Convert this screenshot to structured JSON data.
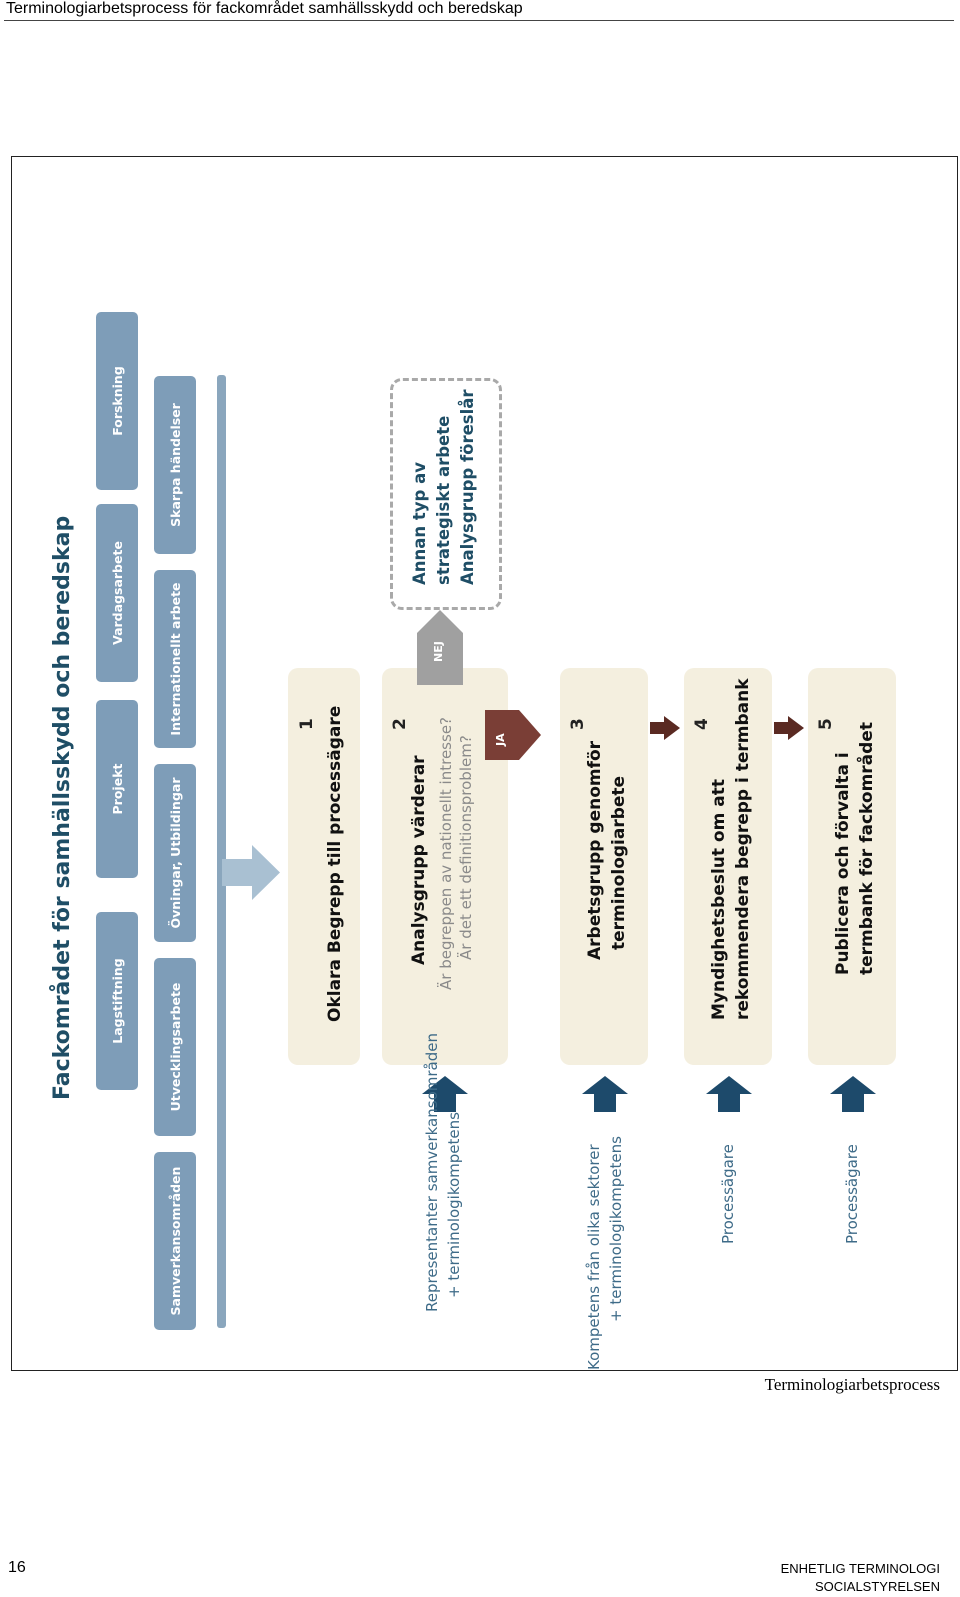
{
  "running_head": "Terminologiarbetsprocess för fackområdet samhällsskydd och beredskap",
  "figure": {
    "title": "Fackområdet för samhällsskydd och beredskap",
    "domains_row1": [
      "Lagstiftning",
      "Projekt",
      "Vardagsarbete",
      "Forskning"
    ],
    "domains_row2": [
      "Samverkansområden",
      "Utvecklingsarbete",
      "Övningar, Utbildingar",
      "Internationellt arbete",
      "Skarpa händelser"
    ],
    "steps": [
      {
        "number": "1",
        "lines": [
          "Oklara Begrepp till processägare"
        ],
        "sub": [],
        "role": []
      },
      {
        "number": "2",
        "lines": [
          "Analysgrupp värderar"
        ],
        "sub": [
          "Är begreppen av nationellt intresse?",
          "Är det ett definitionsproblem?"
        ],
        "role": [
          "Representanter samverkansområden",
          "+ terminologikompetens"
        ]
      },
      {
        "number": "3",
        "lines": [
          "Arbetsgrupp genomför",
          "terminologiarbete"
        ],
        "sub": [],
        "role": [
          "Kompetens från olika sektorer",
          "+ terminologikompetens"
        ]
      },
      {
        "number": "4",
        "lines": [
          "Myndighetsbeslut om att",
          "rekommendera begrepp i termbank"
        ],
        "sub": [],
        "role": [
          "Processägare"
        ]
      },
      {
        "number": "5",
        "lines": [
          "Publicera och förvalta i",
          "termbank för fackområdet"
        ],
        "sub": [],
        "role": [
          "Processägare"
        ]
      }
    ],
    "yes_label": "JA",
    "no_label": "NEJ",
    "alternative": [
      "Annan typ av",
      "strategiskt arbete",
      "Analysgrupp föreslår"
    ],
    "colors": {
      "domain": "#7e9db8",
      "title": "#1f4e66",
      "step_bg": "#f4efdf",
      "role_arrow": "#1d4a6b",
      "flow_arrow": "#5a2a22",
      "no_arrow": "#a0a0a0"
    }
  },
  "caption": "Terminologiarbetsprocess",
  "page_number": "16",
  "footer": [
    "ENHETLIG TERMINOLOGI",
    "SOCIALSTYRELSEN"
  ]
}
